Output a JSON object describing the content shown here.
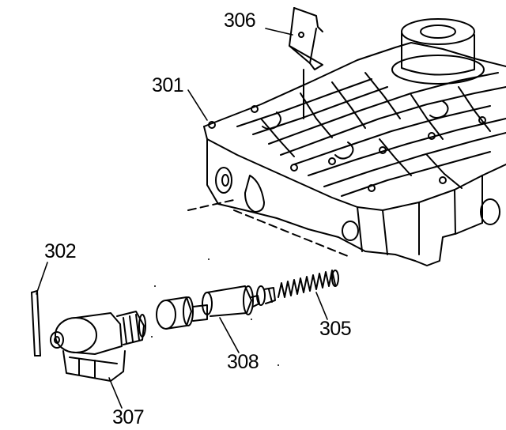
{
  "diagram": {
    "callouts": {
      "c306": "306",
      "c301": "301",
      "c302": "302",
      "c305": "305",
      "c308": "308",
      "c307": "307"
    },
    "colors": {
      "ink": "#000000",
      "paper": "#ffffff"
    }
  }
}
